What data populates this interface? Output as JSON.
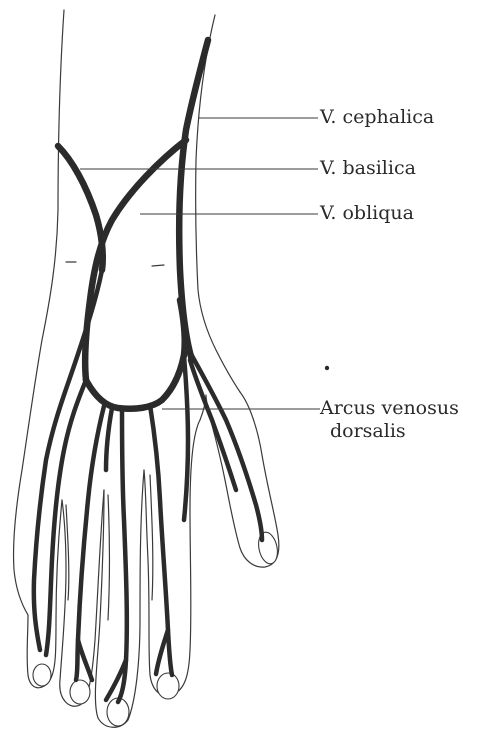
{
  "labels": {
    "cephalica": "V. cephalica",
    "basilica": "V. basilica",
    "obliqua": "V. obliqua",
    "arcus_line1": "Arcus venosus",
    "arcus_line2": "dorsalis"
  }
}
